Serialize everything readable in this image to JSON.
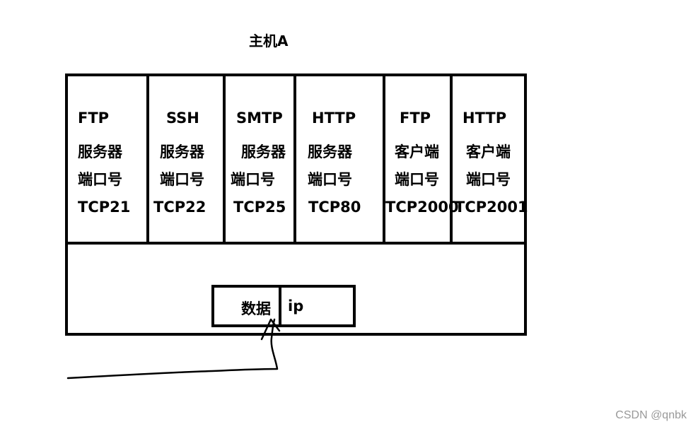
{
  "title": "主机A",
  "cells": [
    {
      "line1": "FTP",
      "line2": "服务器",
      "line3": "端口号",
      "line4": "TCP21"
    },
    {
      "line1": "SSH",
      "line2": "服务器",
      "line3": "端口号",
      "line4": "TCP22"
    },
    {
      "line1": "SMTP",
      "line2": "服务器",
      "line3": "端口号",
      "line4": "TCP25"
    },
    {
      "line1": "HTTP",
      "line2": "服务器",
      "line3": "端口号",
      "line4": "TCP80"
    },
    {
      "line1": "FTP",
      "line2": "客户端",
      "line3": "端口号",
      "line4": "TCP2000"
    },
    {
      "line1": "HTTP",
      "line2": "客户端",
      "line3": "端口号",
      "line4": "TCP2001"
    }
  ],
  "packet": {
    "data_label": "数据",
    "ip_label": "ip"
  },
  "watermark": "CSDN @qnbk"
}
